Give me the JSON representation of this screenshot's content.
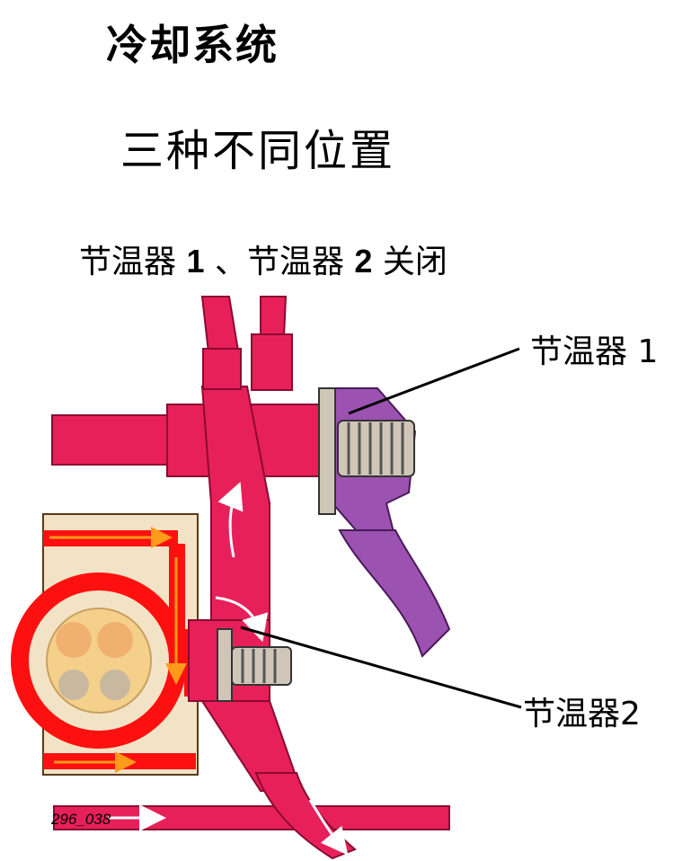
{
  "title": "冷却系统",
  "subtitle": "三种不同位置",
  "caption_prefix": "节温器",
  "caption_num1": "1",
  "caption_sep": "、节温器",
  "caption_num2": "2",
  "caption_suffix": "关闭",
  "labels": {
    "thermostat1": "节温器 1",
    "thermostat2": "节温器2"
  },
  "figure_id": "296_038",
  "colors": {
    "coolant_pink": "#e8205a",
    "coolant_dark": "#8a0a30",
    "thermostat_purple": "#9b52b0",
    "engine_block": "#f2e3c6",
    "hot_red": "#ff1010",
    "cylinder_yellow": "#f5d08a",
    "flow_arrow": "#ff9a1a",
    "spring_metal": "#d0c6b8"
  }
}
